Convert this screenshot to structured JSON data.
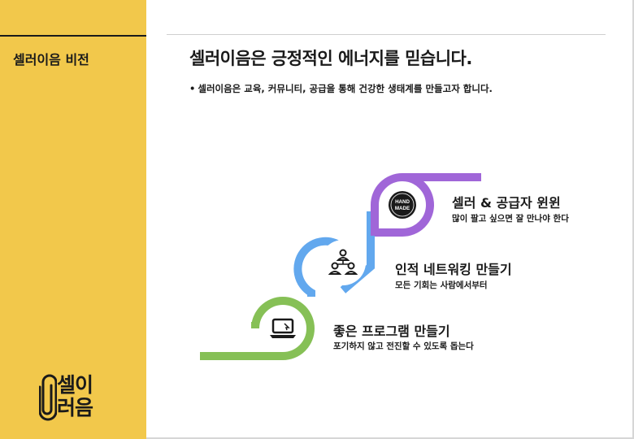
{
  "sidebar": {
    "title": "셀러이음 비전",
    "logo_line1": "셀이",
    "logo_line2": "러음"
  },
  "main": {
    "headline": "셀러이음은 긍정적인 에너지를 믿습니다.",
    "bullet": "셀러이음은 교육, 커뮤니티, 공급을 통해 건강한 생태계를 만들고자 합니다."
  },
  "steps": [
    {
      "title": "셀러 & 공급자 윈윈",
      "desc": "많이 팔고 싶으면 잘 만나야 한다",
      "icon": "handmade-badge-icon",
      "badge_line1": "HAND",
      "badge_line2": "MADE",
      "color": "#a066d8"
    },
    {
      "title": "인적 네트워킹 만들기",
      "desc": "모든 기회는 사람에서부터",
      "icon": "network-people-icon",
      "color": "#62a8ee"
    },
    {
      "title": "좋은 프로그램 만들기",
      "desc": "포기하지 않고 전진할 수 있도록 돕는다",
      "icon": "laptop-icon",
      "color": "#86c056"
    }
  ],
  "colors": {
    "sidebar": "#f2c84b",
    "text": "#1a1a1a"
  }
}
